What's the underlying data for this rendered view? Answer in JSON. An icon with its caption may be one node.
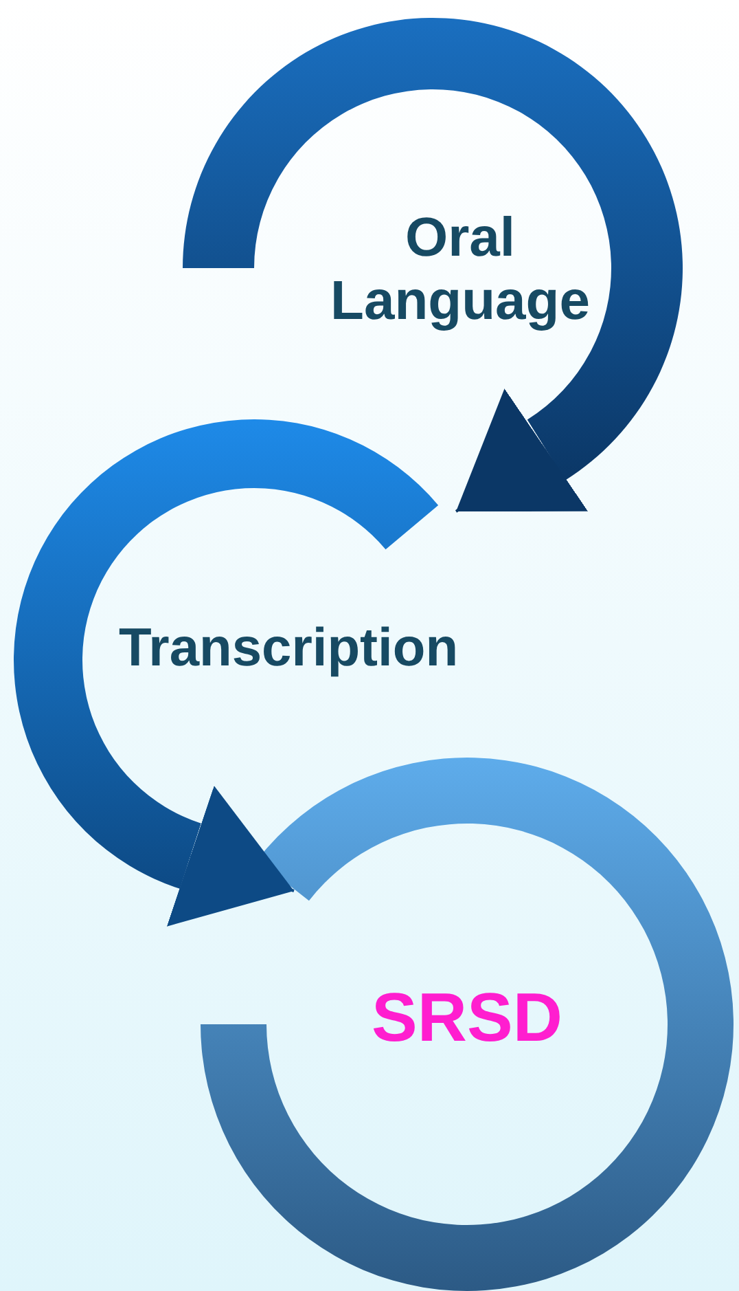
{
  "diagram": {
    "nodes": [
      {
        "text": [
          "Oral Language"
        ]
      },
      {
        "text": [
          "Transcription"
        ]
      },
      {
        "text": [
          "SRSD"
        ]
      }
    ],
    "edges": [
      {
        "from": 0,
        "to": 1,
        "arrow": "to"
      },
      {
        "from": 1,
        "to": 2,
        "arrow": "to"
      }
    ]
  }
}
